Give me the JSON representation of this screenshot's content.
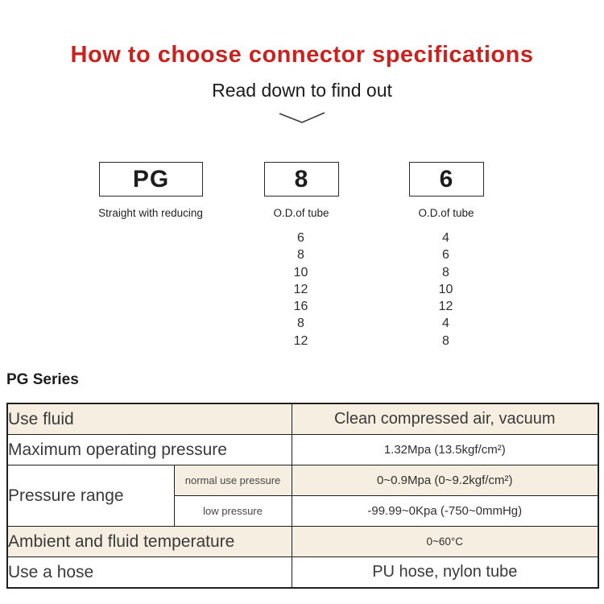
{
  "colors": {
    "accent_red": "#c9231f",
    "row_beige": "#f6eee1",
    "table_border": "#1f1f1f"
  },
  "header": {
    "title": "How to choose connector specifications",
    "subtitle": "Read down to find out",
    "chevron_icon": "chevron-down-icon"
  },
  "selector": {
    "boxes": [
      {
        "code": "PG",
        "caption": "Straight with reducing",
        "options": []
      },
      {
        "code": "8",
        "caption": "O.D.of tube",
        "options": [
          "6",
          "8",
          "10",
          "12",
          "16",
          "8",
          "12"
        ]
      },
      {
        "code": "6",
        "caption": "O.D.of  tube",
        "options": [
          "4",
          "6",
          "8",
          "10",
          "12",
          "4",
          "8"
        ]
      }
    ]
  },
  "series": {
    "heading": "PG Series"
  },
  "spec_table": {
    "rows": [
      {
        "label": "Use fluid",
        "value": "Clean compressed air, vacuum"
      },
      {
        "label": "Maximum operating pressure",
        "value": "1.32Mpa  (13.5kgf/cm²)"
      },
      {
        "label": "Pressure range",
        "sub_rows": [
          {
            "label": "normal use pressure",
            "value": "0~0.9Mpa  (0~9.2kgf/cm²)"
          },
          {
            "label": "low pressure",
            "value": "-99.99~0Kpa  (-750~0mmHg)"
          }
        ]
      },
      {
        "label": "Ambient and fluid temperature",
        "value": "0~60°C"
      },
      {
        "label": "Use a hose",
        "value": "PU hose, nylon tube"
      }
    ]
  }
}
